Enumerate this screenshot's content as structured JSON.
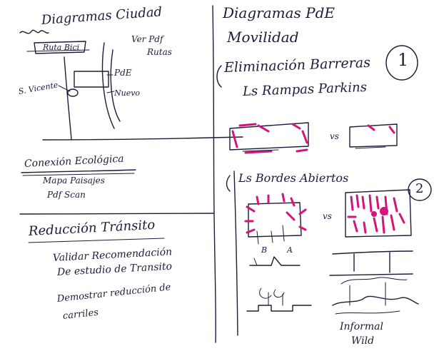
{
  "left": {
    "diagram_title": "Diagramas Ciudad",
    "ruta_label": "Ruta Bici",
    "ver_pdf": "Ver Pdf",
    "rutas": "Rutas",
    "pde_marker": "PdE",
    "svicente": "S. Vicente",
    "nuevo": "Nuevo",
    "conexion_title": "Conexión Ecológica",
    "mapa": "Mapa Paisajes",
    "pdf_scan": "Pdf Scan",
    "reduccion_title": "Reducción Tránsito",
    "validar": "Validar Recomendación",
    "estudio": "De estudio de Transito",
    "demostrar": "Demostrar reducción de",
    "carriles": "carriles"
  },
  "right": {
    "diagramas_pde": "Diagramas PdE",
    "movilidad": "Movilidad",
    "eliminacion": "Eliminación Barreras",
    "rampas": "Ls Rampas Parkins",
    "vs1": "vs",
    "bordes": "Ls Bordes Abiertos",
    "vs2": "vs",
    "label_b": "B",
    "label_a": "A",
    "informal": "Informal",
    "wild": "Wild",
    "circle1": "1",
    "circle2": "2"
  },
  "colors": {
    "ink": "#1b1d3a",
    "highlight": "#d4147a"
  }
}
